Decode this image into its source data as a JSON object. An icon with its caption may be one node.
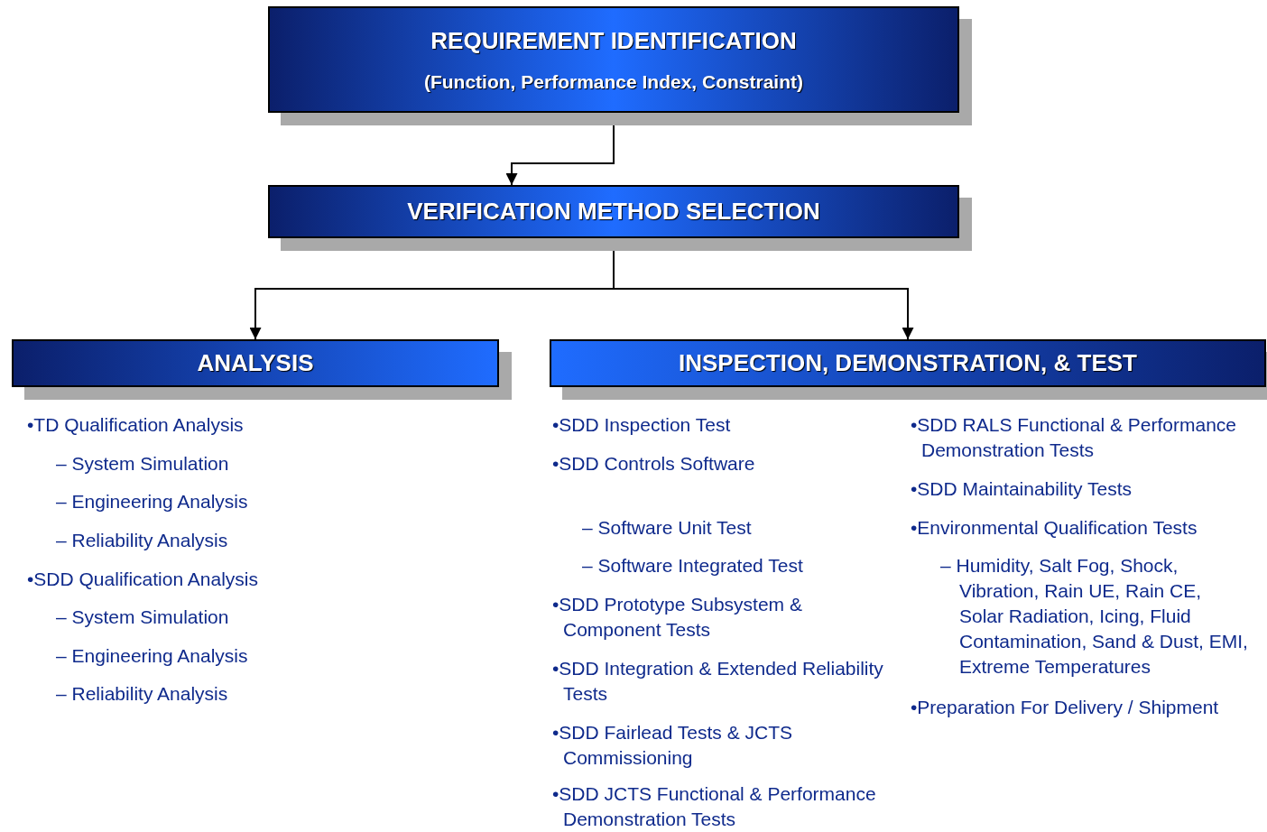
{
  "diagram": {
    "nodes": [
      {
        "text": [
          "REQUIREMENT IDENTIFICATION",
          "(Function, Performance Index, Constraint)"
        ]
      },
      {
        "text": [
          "VERIFICATION METHOD SELECTION"
        ]
      },
      {
        "text": [
          "ANALYSIS"
        ]
      },
      {
        "text": [
          "INSPECTION, DEMONSTRATION, & TEST"
        ]
      }
    ],
    "edges": [
      {
        "from": 0,
        "to": 1,
        "arrow": "to"
      },
      {
        "from": 1,
        "to": 2,
        "arrow": "to"
      },
      {
        "from": 1,
        "to": 3,
        "arrow": "to"
      }
    ],
    "labels": [
      "•TD Qualification Analysis",
      "– System Simulation",
      "– Engineering Analysis",
      "– Reliability Analysis",
      "•SDD Qualification Analysis",
      "– System Simulation",
      "– Engineering Analysis",
      "– Reliability Analysis",
      "•SDD Inspection Test",
      "•SDD Controls Software",
      "– Software Unit Test",
      "– Software Integrated Test",
      "•SDD Prototype Subsystem & Component Tests",
      "•SDD Integration & Extended Reliability Tests",
      "•SDD Fairlead Tests & JCTS Commissioning",
      "•SDD JCTS Functional & Performance Demonstration Tests",
      "•SDD RALS Functional & Performance Demonstration Tests",
      "•SDD Maintainability Tests",
      "•Environmental Qualification Tests",
      "– Humidity, Salt Fog, Shock, Vibration, Rain UE, Rain CE, Solar Radiation, Icing, Fluid Contamination, Sand & Dust, EMI, Extreme Temperatures",
      "•Preparation For Delivery / Shipment"
    ]
  }
}
